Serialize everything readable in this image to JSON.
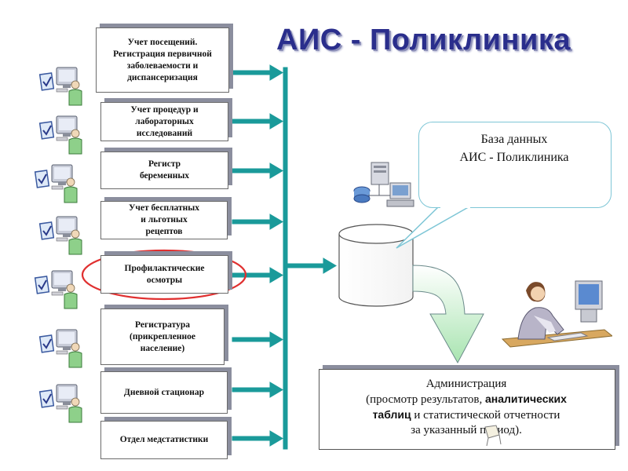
{
  "title": "АИС - Поликлиника",
  "modules": [
    {
      "label": "Учет посещений.\nРегистрация первичной\nзаболеваемости и\nдиспансеризация"
    },
    {
      "label": "Учет процедур и\nлабораторных\nисследований"
    },
    {
      "label": "Регистр\nбеременных"
    },
    {
      "label": "Учет бесплатных\nи льготных\nрецептов"
    },
    {
      "label": "Профилактические\nосмотры"
    },
    {
      "label": "Регистратура\n(прикрепленное\nнаселение)"
    },
    {
      "label": "Дневной стационар"
    },
    {
      "label": "Отдел медстатистики"
    }
  ],
  "database": {
    "label": "База данных\nАИС - Поликлиника"
  },
  "administration": {
    "line1": "Администрация",
    "line2a": "(просмотр результатов, ",
    "line2b": "аналитических",
    "line3a": "таблиц",
    "line3b": " и статистической отчетности",
    "line4": "за указанный период)."
  },
  "colors": {
    "arrow": "#1a9a9a",
    "title": "#2a2e8c",
    "highlight": "#e03030",
    "bubble_border": "#7ec6d6"
  }
}
